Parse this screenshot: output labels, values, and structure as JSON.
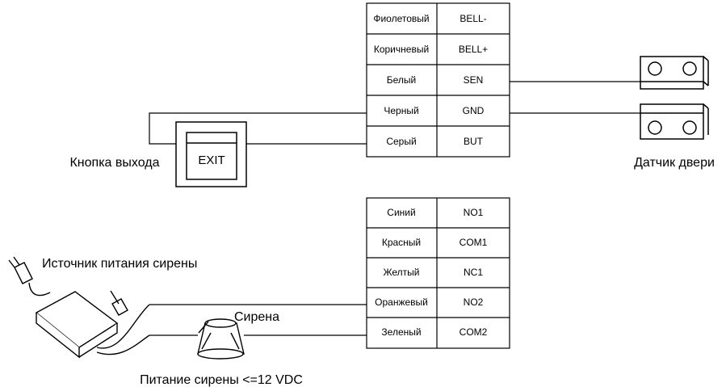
{
  "terminal_block_top": [
    {
      "wire": "Фиолетовый",
      "pin": "BELL-"
    },
    {
      "wire": "Коричневый",
      "pin": "BELL+"
    },
    {
      "wire": "Белый",
      "pin": "SEN"
    },
    {
      "wire": "Черный",
      "pin": "GND"
    },
    {
      "wire": "Серый",
      "pin": "BUT"
    }
  ],
  "terminal_block_bottom": [
    {
      "wire": "Синий",
      "pin": "NO1"
    },
    {
      "wire": "Красный",
      "pin": "COM1"
    },
    {
      "wire": "Желтый",
      "pin": "NC1"
    },
    {
      "wire": "Оранжевый",
      "pin": "NO2"
    },
    {
      "wire": "Зеленый",
      "pin": "COM2"
    }
  ],
  "exit_button": {
    "label": "Кнопка выхода",
    "text": "EXIT"
  },
  "door_sensor": {
    "label": "Датчик двери"
  },
  "siren": {
    "label": "Сирена",
    "power_note": "Питание сирены <=12 VDC"
  },
  "power_supply": {
    "label": "Источник питания сирены"
  }
}
